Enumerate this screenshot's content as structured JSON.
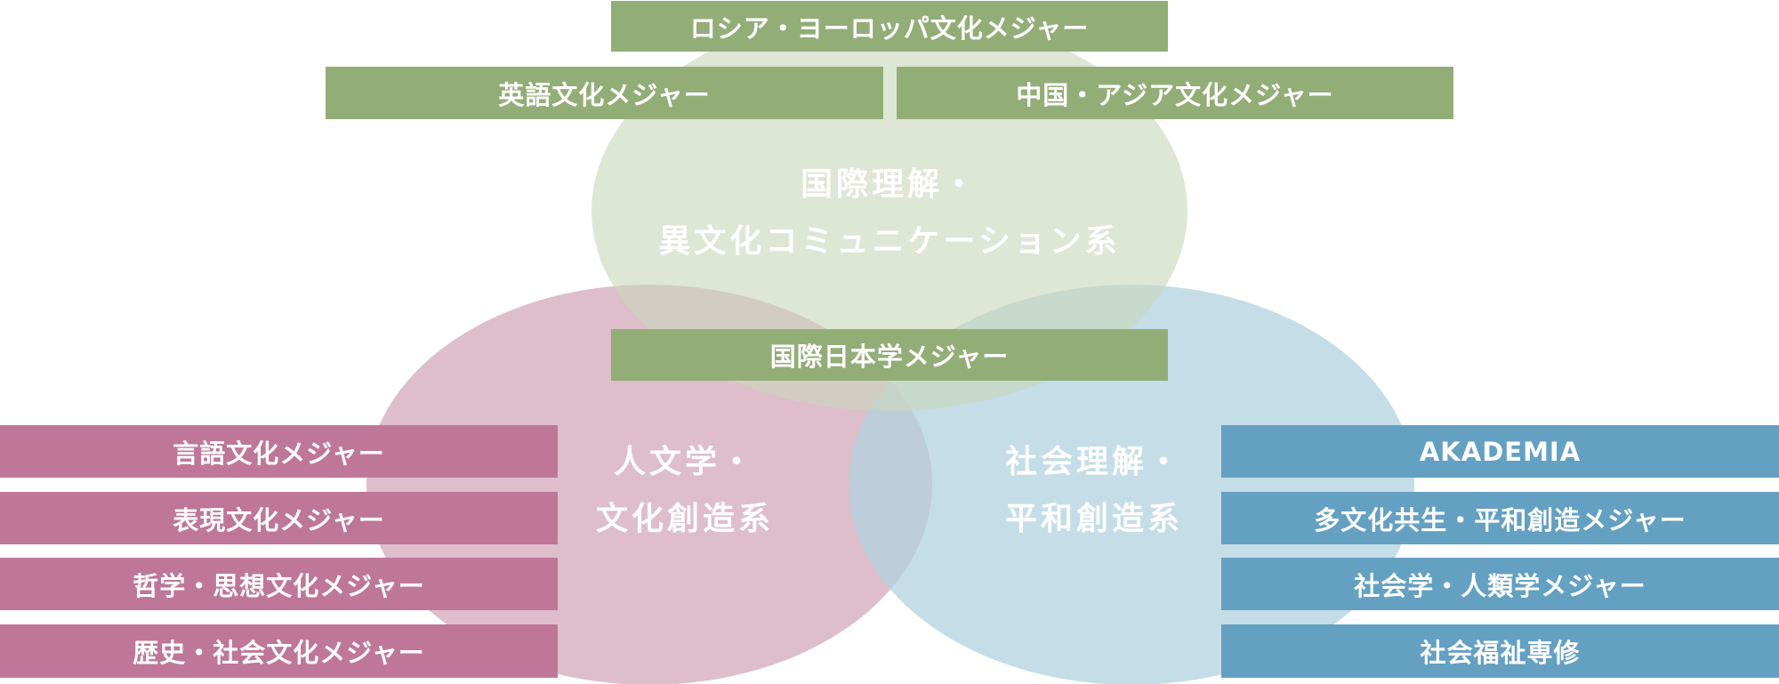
{
  "colors": {
    "green_circle": "#c9d7bd",
    "pink_circle": "#ddbdca",
    "blue_circle": "#b2d2de",
    "green_box": "#93ad77",
    "pink_box": "#bf7798",
    "blue_box": "#64a0c2",
    "text": "#ffffff"
  },
  "circles": {
    "international": {
      "line1": "国際理解・",
      "line2": "異文化コミュニケーション系"
    },
    "humanities": {
      "line1": "人文学・",
      "line2": "文化創造系"
    },
    "social": {
      "line1": "社会理解・",
      "line2": "平和創造系"
    }
  },
  "majors": {
    "international": {
      "russia_europe": "ロシア・ヨーロッパ文化メジャー",
      "english": "英語文化メジャー",
      "china_asia": "中国・アジア文化メジャー"
    },
    "japan_studies": "国際日本学メジャー",
    "humanities": [
      "言語文化メジャー",
      "表現文化メジャー",
      "哲学・思想文化メジャー",
      "歴史・社会文化メジャー"
    ],
    "social": [
      "AKADEMIA",
      "多文化共生・平和創造メジャー",
      "社会学・人類学メジャー",
      "社会福祉専修"
    ]
  }
}
